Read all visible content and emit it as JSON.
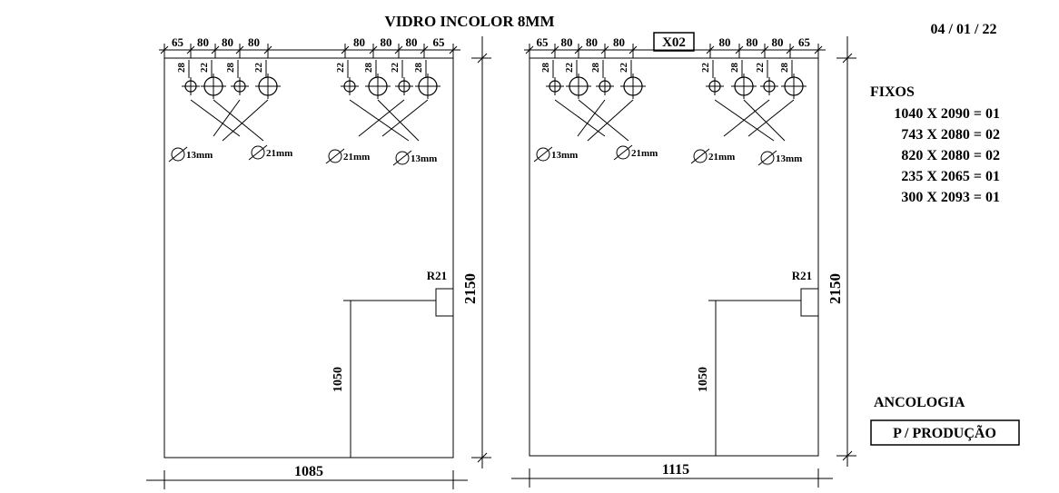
{
  "title": "VIDRO INCOLOR  8MM",
  "date": "04 / 01 / 22",
  "piece_tag": "X02",
  "panels": [
    {
      "top_dims_left": [
        "65",
        "80",
        "80",
        "80"
      ],
      "top_dims_right": [
        "80",
        "80",
        "80",
        "65"
      ],
      "hole_offsets_left": [
        "28",
        "22",
        "28",
        "22"
      ],
      "hole_offsets_right": [
        "22",
        "28",
        "22",
        "28"
      ],
      "dia_labels": [
        "13mm",
        "21mm",
        "21mm",
        "13mm"
      ],
      "radius_label": "R21",
      "height_label": "2150",
      "handle_height": "1050",
      "width_label": "1085"
    },
    {
      "top_dims_left": [
        "65",
        "80",
        "80",
        "80"
      ],
      "top_dims_right": [
        "80",
        "80",
        "80",
        "65"
      ],
      "hole_offsets_left": [
        "28",
        "22",
        "28",
        "22"
      ],
      "hole_offsets_right": [
        "22",
        "28",
        "22",
        "28"
      ],
      "dia_labels": [
        "13mm",
        "21mm",
        "21mm",
        "13mm"
      ],
      "radius_label": "R21",
      "height_label": "2150",
      "handle_height": "1050",
      "width_label": "1115"
    }
  ],
  "fixos": {
    "heading": "FIXOS",
    "items": [
      "1040 X 2090 = 01",
      "743 X 2080 = 02",
      "820 X 2080 = 02",
      "235 X 2065 = 01",
      "300 X 2093 = 01"
    ]
  },
  "ancologia": "ANCOLOGIA",
  "producao": "P / PRODUÇÃO"
}
